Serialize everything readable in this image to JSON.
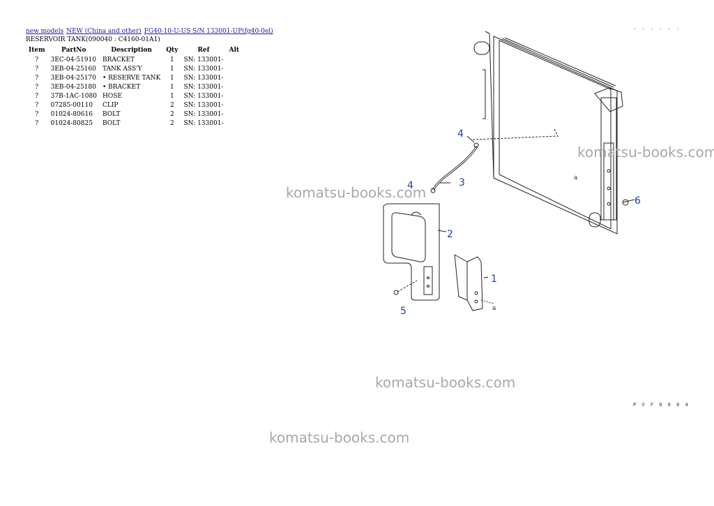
{
  "breadcrumb": {
    "links": [
      "new models",
      "NEW (China and other)",
      "FG40-10-U-US S/N 133001-UP(fg40-0el)"
    ]
  },
  "page_title": "RESERVOIR TANK(090040 : C4160-01A1)",
  "table": {
    "headers": [
      "Item",
      "PartNo",
      "Description",
      "Qty",
      "Ref",
      "Alt"
    ],
    "rows": [
      {
        "item": "?",
        "partno": "3EC-04-51910",
        "description": "BRACKET",
        "qty": "1",
        "ref": "SN: 133001-",
        "alt": ""
      },
      {
        "item": "?",
        "partno": "3EB-04-25160",
        "description": "TANK ASS'Y",
        "qty": "1",
        "ref": "SN: 133001-",
        "alt": ""
      },
      {
        "item": "?",
        "partno": "3EB-04-25170",
        "description": "• RESERVE TANK",
        "qty": "1",
        "ref": "SN: 133001-",
        "alt": ""
      },
      {
        "item": "?",
        "partno": "3EB-04-25180",
        "description": "• BRACKET",
        "qty": "1",
        "ref": "SN: 133001-",
        "alt": ""
      },
      {
        "item": "?",
        "partno": "37B-1AC-1080",
        "description": "HOSE",
        "qty": "1",
        "ref": "SN: 133001-",
        "alt": ""
      },
      {
        "item": "?",
        "partno": "07285-00110",
        "description": "CLIP",
        "qty": "2",
        "ref": "SN: 133001-",
        "alt": ""
      },
      {
        "item": "?",
        "partno": "01024-80616",
        "description": "BOLT",
        "qty": "2",
        "ref": "SN: 133001-",
        "alt": ""
      },
      {
        "item": "?",
        "partno": "01024-80825",
        "description": "BOLT",
        "qty": "2",
        "ref": "SN: 133001-",
        "alt": ""
      }
    ]
  },
  "diagram": {
    "callouts": [
      "1",
      "2",
      "3",
      "4",
      "4",
      "5",
      "6"
    ],
    "ref_letter": "a",
    "corner_top": ". . . . . .",
    "corner_code": "P V F 0 6 0 4",
    "callout_color": "#1f3fa0"
  },
  "watermarks": [
    "komatsu-books.com",
    "komatsu-books.com",
    "komatsu-books.com",
    "komatsu-books.com"
  ]
}
